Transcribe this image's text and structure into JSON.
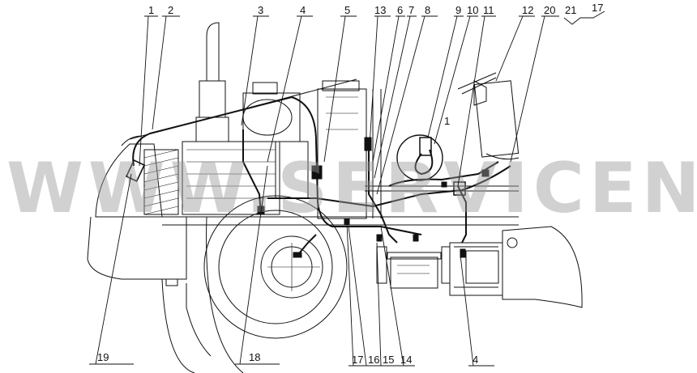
{
  "diagram": {
    "watermark": "WWW.SERVICENTER",
    "labels_top": [
      "1",
      "2",
      "3",
      "4",
      "5",
      "13",
      "6",
      "7",
      "8",
      "9",
      "10",
      "11",
      "12",
      "20",
      "21",
      "17"
    ],
    "labels_bottom": [
      "19",
      "18",
      "17",
      "16",
      "15",
      "14",
      "4"
    ],
    "inset_label": "1"
  }
}
